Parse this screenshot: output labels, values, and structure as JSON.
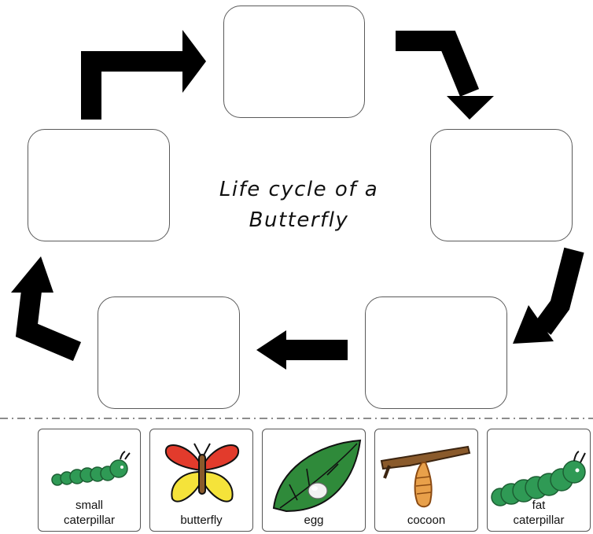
{
  "title": {
    "line1": "Life cycle of a",
    "line2": "Butterfly"
  },
  "cards": [
    {
      "label": "small caterpillar",
      "line1": "small",
      "line2": "caterpillar",
      "icon": "small-caterpillar-icon"
    },
    {
      "label": "butterfly",
      "line1": "",
      "line2": "butterfly",
      "icon": "butterfly-icon"
    },
    {
      "label": "egg",
      "line1": "",
      "line2": "egg",
      "icon": "leaf-with-egg-icon"
    },
    {
      "label": "cocoon",
      "line1": "",
      "line2": "cocoon",
      "icon": "cocoon-icon"
    },
    {
      "label": "fat caterpillar",
      "line1": "fat",
      "line2": "caterpillar",
      "icon": "fat-caterpillar-icon"
    }
  ],
  "colors": {
    "arrow": "#000000",
    "caterpillar_green": "#2f9a55",
    "leaf_green": "#2f8a3a",
    "butterfly_red": "#e23b2c",
    "butterfly_yellow": "#f5e33a",
    "cocoon_orange": "#e8a04a",
    "branch_brown": "#8a5a2b"
  }
}
